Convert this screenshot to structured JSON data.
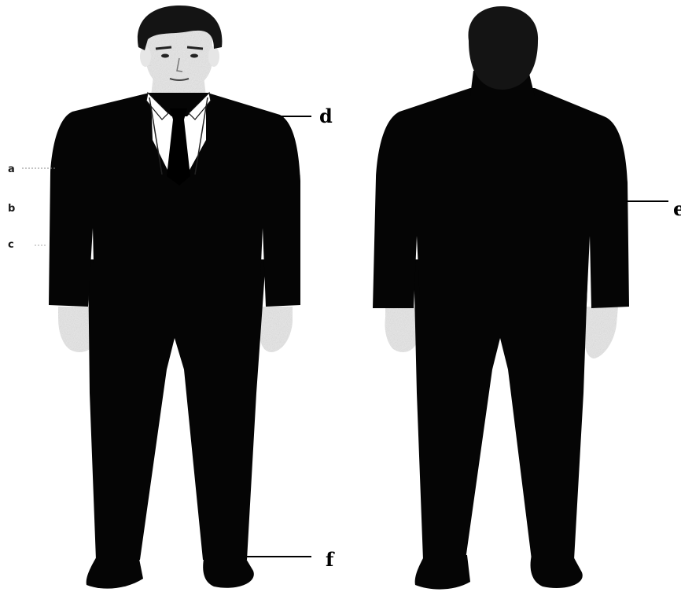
{
  "labels": {
    "a": "a",
    "b": "b",
    "c": "c",
    "d": "d",
    "e": "e",
    "f": "f"
  },
  "colors": {
    "suit": "#050505",
    "skin": "#e6e6e6",
    "skin_shade": "#bdbdbd",
    "hair": "#141414",
    "shirt": "#ffffff",
    "tie": "#000000",
    "background": "#ffffff"
  }
}
